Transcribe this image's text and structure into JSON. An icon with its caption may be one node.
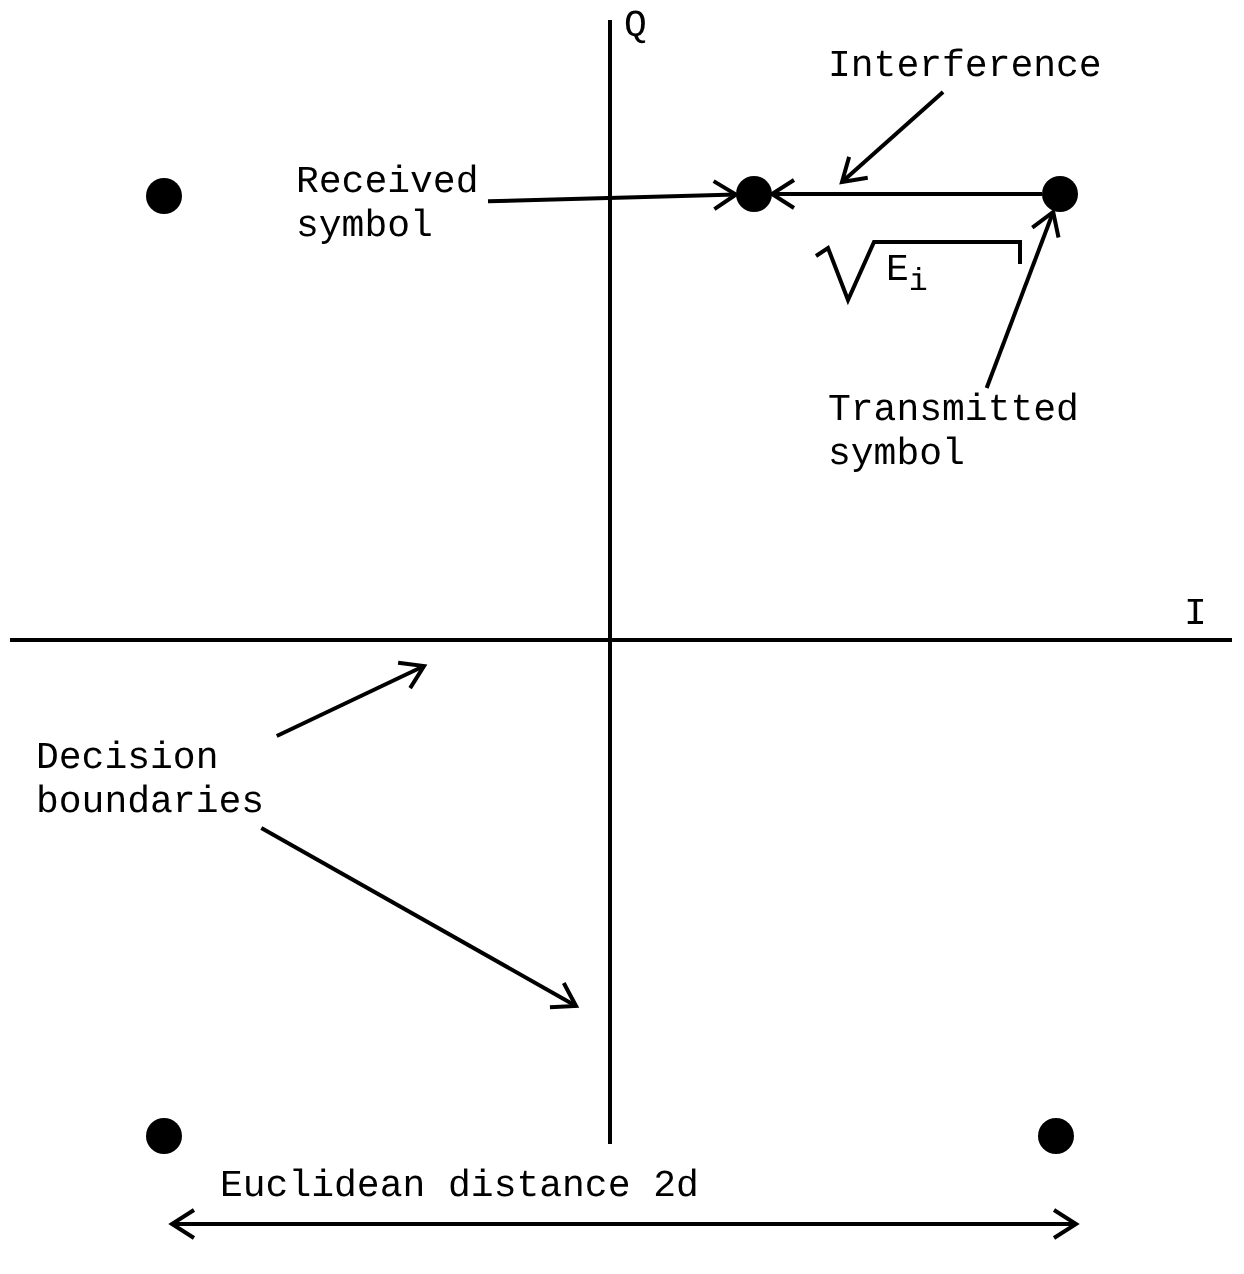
{
  "diagram": {
    "nodes": [
      {
        "text": [],
        "shape": "circle"
      },
      {
        "text": [
          "Received symbol"
        ]
      },
      {
        "text": [],
        "shape": "circle"
      },
      {
        "text": [
          "Interference"
        ]
      },
      {
        "text": [],
        "shape": "circle"
      },
      {
        "text": [
          "Transmitted symbol"
        ]
      },
      {
        "text": [
          "Decision boundaries"
        ]
      },
      {
        "text": [],
        "shape": "circle"
      },
      {
        "text": [],
        "shape": "circle"
      }
    ],
    "edges": [
      {
        "from": 1,
        "to": 2,
        "arrow": "to"
      },
      {
        "from": 4,
        "to": 2,
        "arrow": "to"
      },
      {
        "from": 3,
        "to": null,
        "arrow": "to"
      },
      {
        "from": 5,
        "to": 4,
        "arrow": "to"
      },
      {
        "from": 6,
        "to": null,
        "arrow": "to"
      },
      {
        "from": 6,
        "to": null,
        "arrow": "to"
      }
    ],
    "labels": [
      "Q",
      "I",
      "E$_{i}$",
      "Euclidean distance 2d"
    ]
  }
}
